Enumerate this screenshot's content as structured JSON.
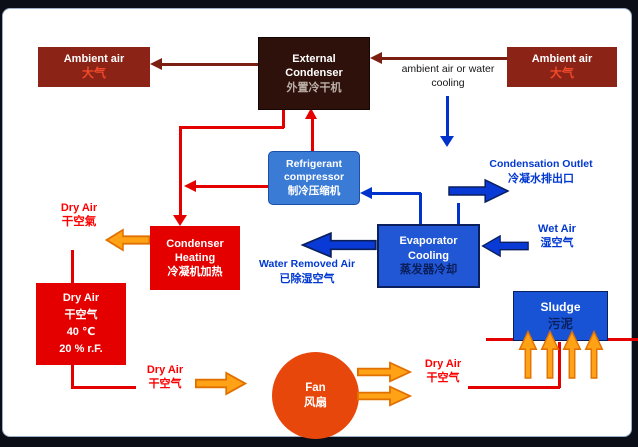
{
  "colors": {
    "bg_outer": "#0b0d17",
    "slide_bg": "#ffffff",
    "slide_border": "#9bb0c6",
    "maroon": "#8c2317",
    "maroon_zh": "#f04a2a",
    "dark_box": "#2e110a",
    "dark_box_zh": "#b9aea6",
    "dark_line": "#7a1f12",
    "red": "#e50000",
    "red_text": "#ff0000",
    "blue_line": "#0033cc",
    "blue_text": "#0038d0",
    "fat_blue": "#0a3ad6",
    "compressor_blue": "#3a7bd5",
    "evap_blue": "#2156d4",
    "sludge_blue": "#1853d6",
    "navy": "#0a1f5c",
    "orange": "#ffa216",
    "orange_border": "#e07000",
    "fan_orange": "#e8470b"
  },
  "nodes": {
    "ambient_left": {
      "en": "Ambient air",
      "zh": "大气"
    },
    "external_condenser": {
      "en": "External Condenser",
      "zh": "外置冷干机"
    },
    "ambient_right": {
      "en": "Ambient air",
      "zh": "大气"
    },
    "cooling_note": "ambient air or water cooling",
    "compressor": {
      "en": "Refrigerant compressor",
      "zh": "制冷压缩机"
    },
    "condensation_outlet": {
      "en": "Condensation Outlet",
      "zh": "冷凝水排出口"
    },
    "condenser_heating": {
      "en": "Condenser Heating",
      "zh": "冷凝机加热"
    },
    "evaporator": {
      "en": "Evaporator Cooling",
      "zh": "蒸发器冷却"
    },
    "wet_air": {
      "en": "Wet Air",
      "zh": "湿空气"
    },
    "water_removed_air": {
      "en": "Water Removed Air",
      "zh": "已除湿空气"
    },
    "dry_air_out": {
      "en": "Dry Air",
      "zh": "干空氣"
    },
    "dry_air_state": {
      "en": "Dry Air",
      "zh": "干空气",
      "temperature": "40 ℃",
      "humidity": "20 % r.F."
    },
    "dry_air_to_fan": {
      "en": "Dry Air",
      "zh": "干空气"
    },
    "fan": {
      "en": "Fan",
      "zh": "风扇"
    },
    "dry_air_to_sludge": {
      "en": "Dry Air",
      "zh": "干空气"
    },
    "sludge": {
      "en": "Sludge",
      "zh": "污泥"
    }
  }
}
